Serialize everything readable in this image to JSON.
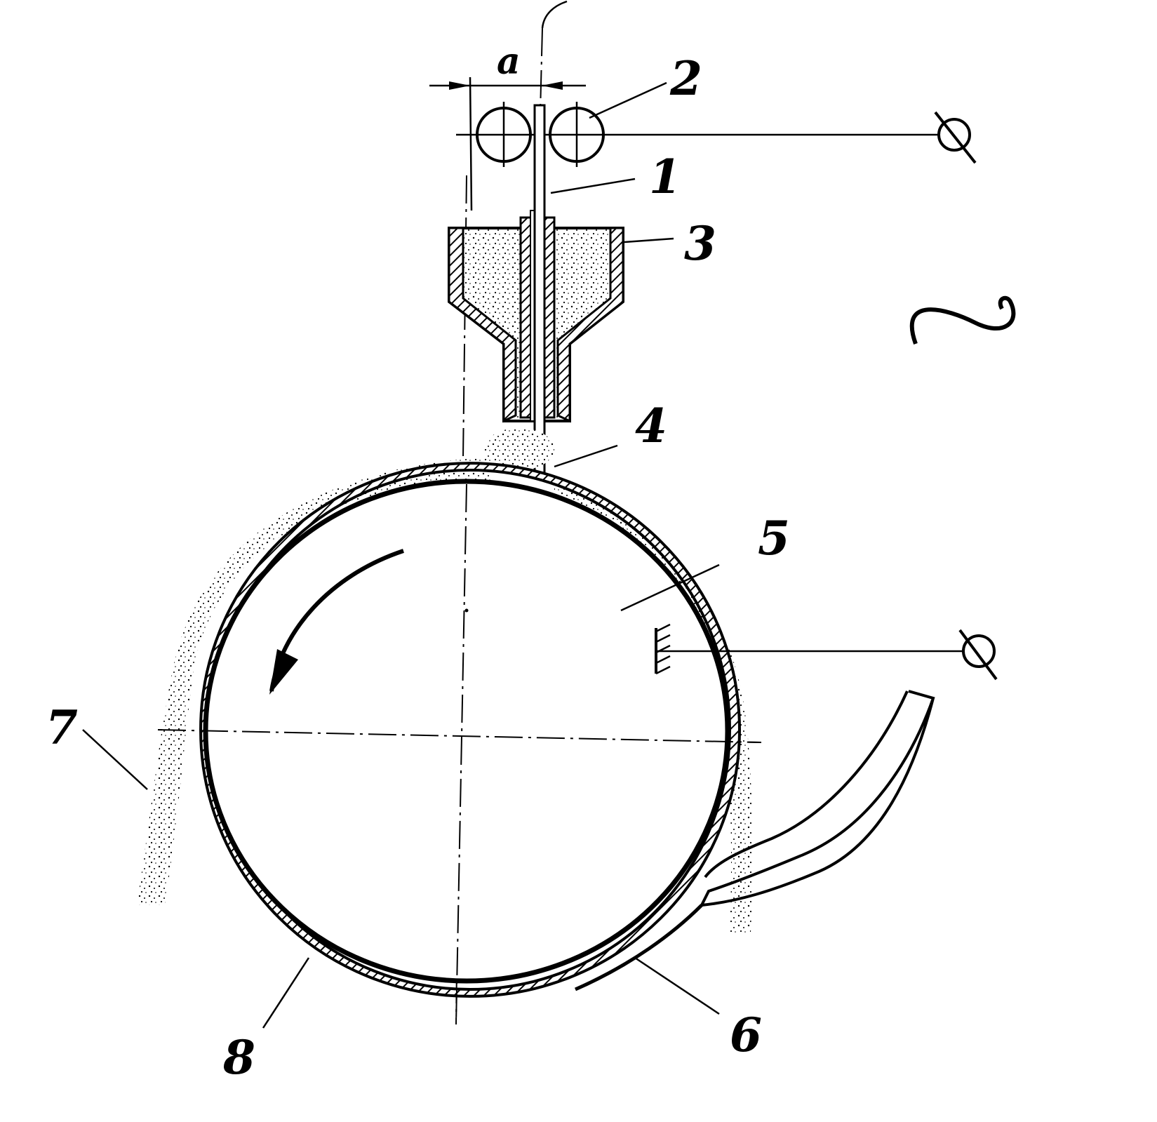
{
  "labels": {
    "dim_a": "a",
    "n1": "1",
    "n2": "2",
    "n3": "3",
    "n4": "4",
    "n5": "5",
    "n6": "6",
    "n7": "7",
    "n8": "8",
    "ac_symbol": "~"
  },
  "icons": [
    "terminal-icon",
    "ground-icon",
    "rotation-arrow-icon"
  ]
}
